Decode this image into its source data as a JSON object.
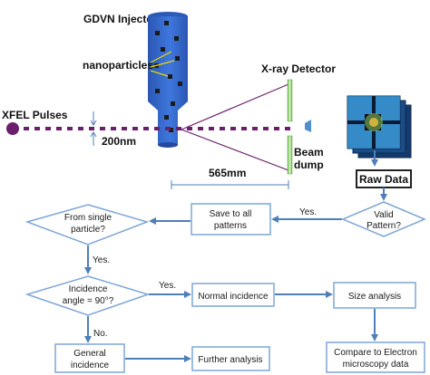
{
  "setup": {
    "injector_label": "GDVN Injector",
    "nanoparticles_label": "nanoparticles",
    "xfel_label": "XFEL Pulses",
    "spacing_label": "200nm",
    "detector_label": "X-ray Detector",
    "beam_dump_line1": "Beam",
    "beam_dump_line2": "dump",
    "distance_label": "565mm",
    "raw_data_label": "Raw Data"
  },
  "flowchart": {
    "valid_pattern": [
      "Valid",
      "Pattern?"
    ],
    "save_all": [
      "Save to all",
      "patterns"
    ],
    "single_particle": [
      "From single",
      "particle?"
    ],
    "incidence_angle": [
      "Incidence",
      "angle = 90°?"
    ],
    "normal_incidence": "Normal incidence",
    "size_analysis": "Size analysis",
    "general_incidence": [
      "General",
      "incidence"
    ],
    "further_analysis": "Further analysis",
    "compare_em": [
      "Compare to Electron",
      "microscopy data"
    ],
    "yes1": "Yes.",
    "yes2": "Yes.",
    "yes3": "Yes.",
    "no1": "No."
  },
  "colors": {
    "injector_top": "#2f5fc2",
    "injector_body": "#3a6fd8",
    "injector_dark": "#234a9e",
    "pulse": "#6b1f6b",
    "arrow_blue": "#4f7fb8",
    "box_border": "#7ea6d6",
    "detector_green": "#a6d98a"
  }
}
